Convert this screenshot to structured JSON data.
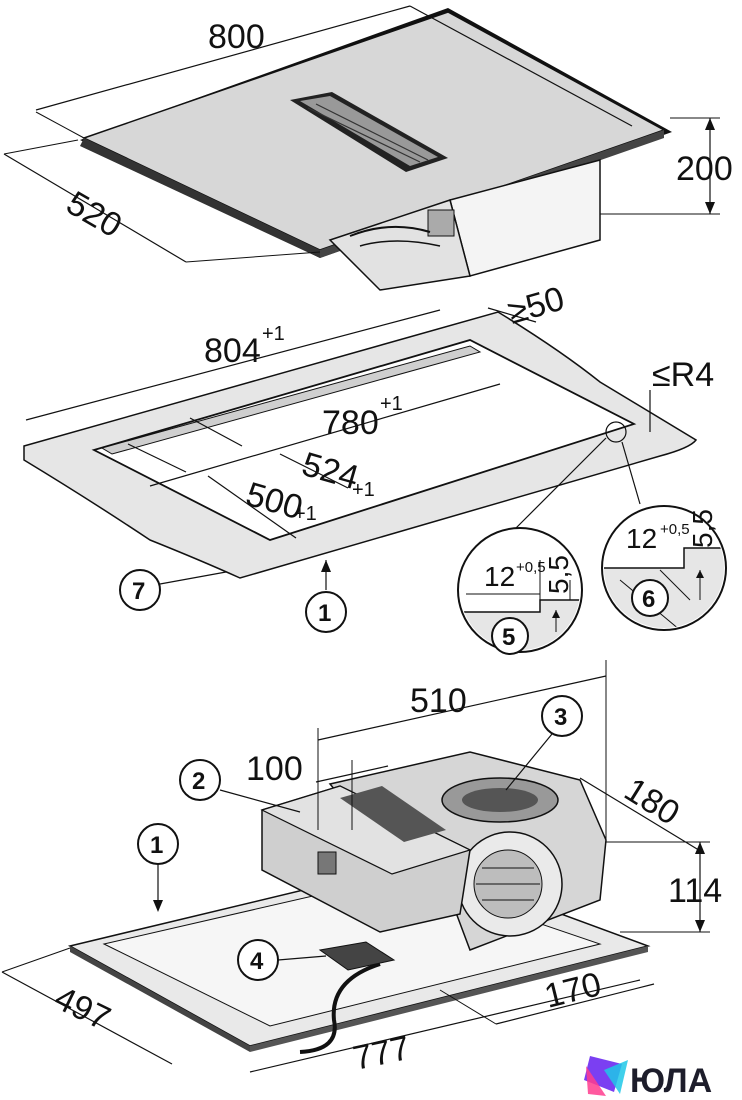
{
  "hob": {
    "width": "800",
    "depth": "520",
    "height": "200"
  },
  "cutout": {
    "outer_width": "804",
    "outer_width_tol": "+1",
    "inner_width": "780",
    "inner_width_tol": "+1",
    "inner_depth": "524",
    "inner_depth_tol": "+1",
    "depth": "500",
    "depth_tol": "+1",
    "clearance": "≥50",
    "radius": "≤R4"
  },
  "detail_5": {
    "width": "12",
    "width_tol": "+0,5",
    "height": "5,5"
  },
  "detail_6": {
    "width": "12",
    "width_tol": "+0,5",
    "height": "5,5"
  },
  "fan_unit": {
    "width": "510",
    "offset": "100",
    "depth": "180",
    "height": "114",
    "outlet": "170",
    "hob_depth": "497",
    "hob_width": "777"
  },
  "callouts": [
    "1",
    "2",
    "3",
    "4",
    "5",
    "6",
    "7",
    "1"
  ],
  "logo": {
    "text": "ЮЛА",
    "colors": [
      "#7b3ff2",
      "#1fc8e8",
      "#ff3c8e"
    ]
  }
}
